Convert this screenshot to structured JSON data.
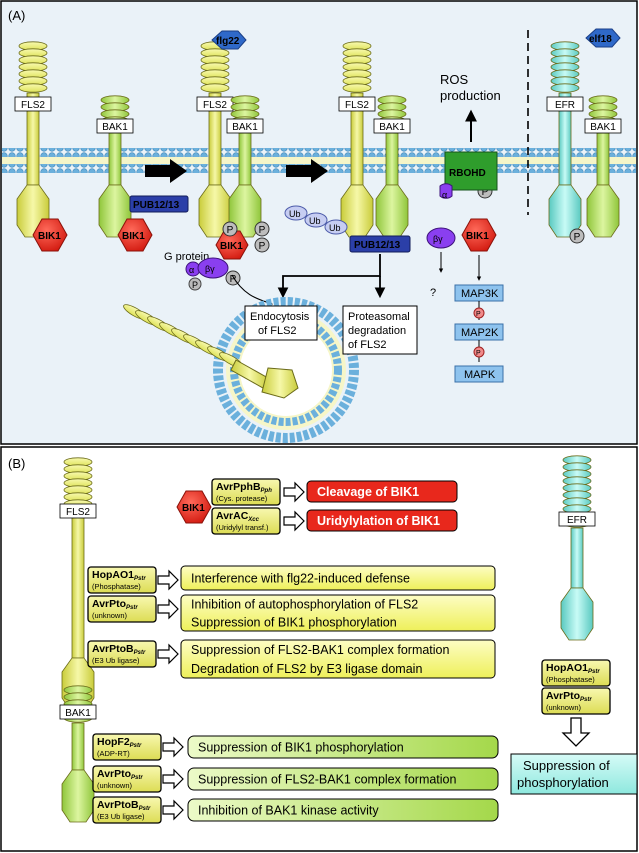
{
  "panel_a": {
    "label": "(A)",
    "receptors": {
      "fls2": "FLS2",
      "bak1": "BAK1",
      "efr": "EFR"
    },
    "ligands": {
      "flg22": "flg22",
      "elf18": "elf18"
    },
    "bik1": "BIK1",
    "pub": "PUB12/13",
    "rbohd": "RBOHD",
    "ros_line1": "ROS",
    "ros_line2": "production",
    "g_protein": "G protein",
    "alpha": "α",
    "betagamma": "βγ",
    "p": "P",
    "ub": "Ub",
    "question": "?",
    "mapk": [
      "MAP3K",
      "MAP2K",
      "MAPK"
    ],
    "endocytosis": [
      "Endocytosis",
      "of FLS2"
    ],
    "degradation": [
      "Proteasomal",
      "degradation",
      "of FLS2"
    ]
  },
  "panel_b": {
    "label": "(B)",
    "fls2": "FLS2",
    "bak1": "BAK1",
    "efr": "EFR",
    "bik1": "BIK1",
    "bik1_effectors": [
      {
        "name": "AvrPphB",
        "sub": "Pph",
        "desc": "(Cys. protease)",
        "result": "Cleavage of BIK1"
      },
      {
        "name": "AvrAC",
        "sub": "Xcc",
        "desc": "(Uridylyl transf.)",
        "result": "Uridylylation of BIK1"
      }
    ],
    "fls2_effectors": [
      {
        "name": "HopAO1",
        "sub": "Pstr",
        "desc": "(Phosphatase)",
        "result": [
          "Interference with flg22-induced defense"
        ]
      },
      {
        "name": "AvrPto",
        "sub": "Pstr",
        "desc": "(unknown)",
        "result": [
          "Inhibition of autophosphorylation of FLS2",
          "Suppression of BIK1 phosphorylation"
        ]
      },
      {
        "name": "AvrPtoB",
        "sub": "Pstr",
        "desc": "(E3 Ub ligase)",
        "result": [
          "Suppression of FLS2-BAK1 complex formation",
          "Degradation of FLS2 by E3 ligase domain"
        ]
      }
    ],
    "bak1_effectors": [
      {
        "name": "HopF2",
        "sub": "Pstr",
        "desc": "(ADP-RT)",
        "result": "Suppression of BIK1 phosphorylation"
      },
      {
        "name": "AvrPto",
        "sub": "Pstr",
        "desc": "(unknown)",
        "result": "Suppression of FLS2-BAK1 complex formation"
      },
      {
        "name": "AvrPtoB",
        "sub": "Pstr",
        "desc": "(E3 Ub ligase)",
        "result": "Inhibition of BAK1 kinase activity"
      }
    ],
    "efr_effectors": [
      {
        "name": "HopAO1",
        "sub": "Pstr",
        "desc": "(Phosphatase)"
      },
      {
        "name": "AvrPto",
        "sub": "Pstr",
        "desc": "(unknown)"
      }
    ],
    "efr_result": [
      "Suppression of",
      "phosphorylation"
    ]
  },
  "colors": {
    "fls2": "#eef07a",
    "bak1": "#b8e26a",
    "efr": "#9ff0e8",
    "bik1": "#e8281c",
    "pub": "#2b3fa8",
    "rbohd": "#2f9d2c",
    "mapk": "#8ec3ee",
    "result_red": "#e8281c",
    "result_yellow": "#f3f57a",
    "result_green": "#b5e25c",
    "result_cyan": "#a7f2ea",
    "panel_a_bg": "#eaf2f8",
    "membrane": "#6bb0dc"
  }
}
